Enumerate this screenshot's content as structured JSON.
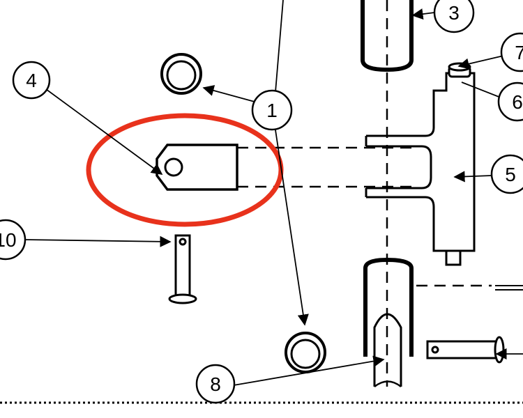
{
  "diagram": {
    "callouts": {
      "c1": "1",
      "c3": "3",
      "c4": "4",
      "c5": "5",
      "c6": "6",
      "c7": "7",
      "c8": "8",
      "c10": "10"
    },
    "colors": {
      "line": "#000000",
      "highlight": "#e8321c",
      "background": "#ffffff"
    }
  }
}
